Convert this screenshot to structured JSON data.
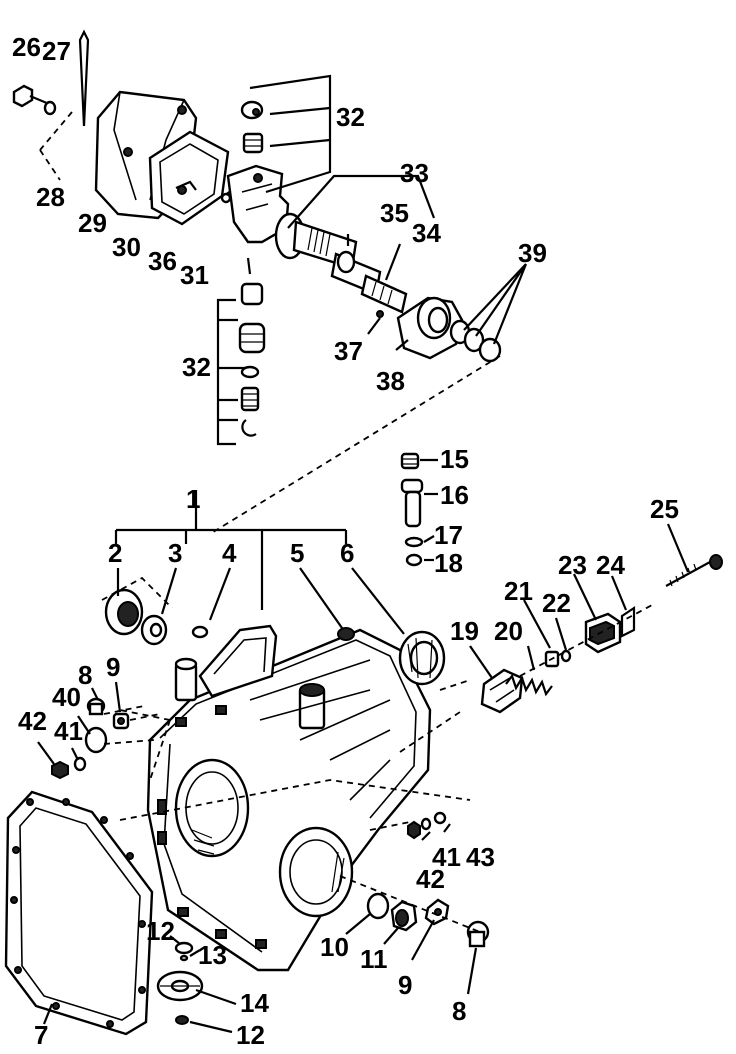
{
  "diagram": {
    "labels": {
      "l1": "1",
      "l2": "2",
      "l3": "3",
      "l4": "4",
      "l5": "5",
      "l6": "6",
      "l7": "7",
      "l8a": "8",
      "l8b": "8",
      "l9a": "9",
      "l9b": "9",
      "l10": "10",
      "l11": "11",
      "l12a": "12",
      "l12b": "12",
      "l13": "13",
      "l14": "14",
      "l15": "15",
      "l16": "16",
      "l17": "17",
      "l18": "18",
      "l19": "19",
      "l20": "20",
      "l21": "21",
      "l22": "22",
      "l23": "23",
      "l24": "24",
      "l25": "25",
      "l26": "26",
      "l27": "27",
      "l28": "28",
      "l29": "29",
      "l30": "30",
      "l31": "31",
      "l32a": "32",
      "l32b": "32",
      "l33": "33",
      "l34": "34",
      "l35": "35",
      "l36": "36",
      "l37": "37",
      "l38": "38",
      "l39": "39",
      "l40": "40",
      "l41a": "41",
      "l41b": "41",
      "l42a": "42",
      "l42b": "42",
      "l43": "43"
    }
  }
}
